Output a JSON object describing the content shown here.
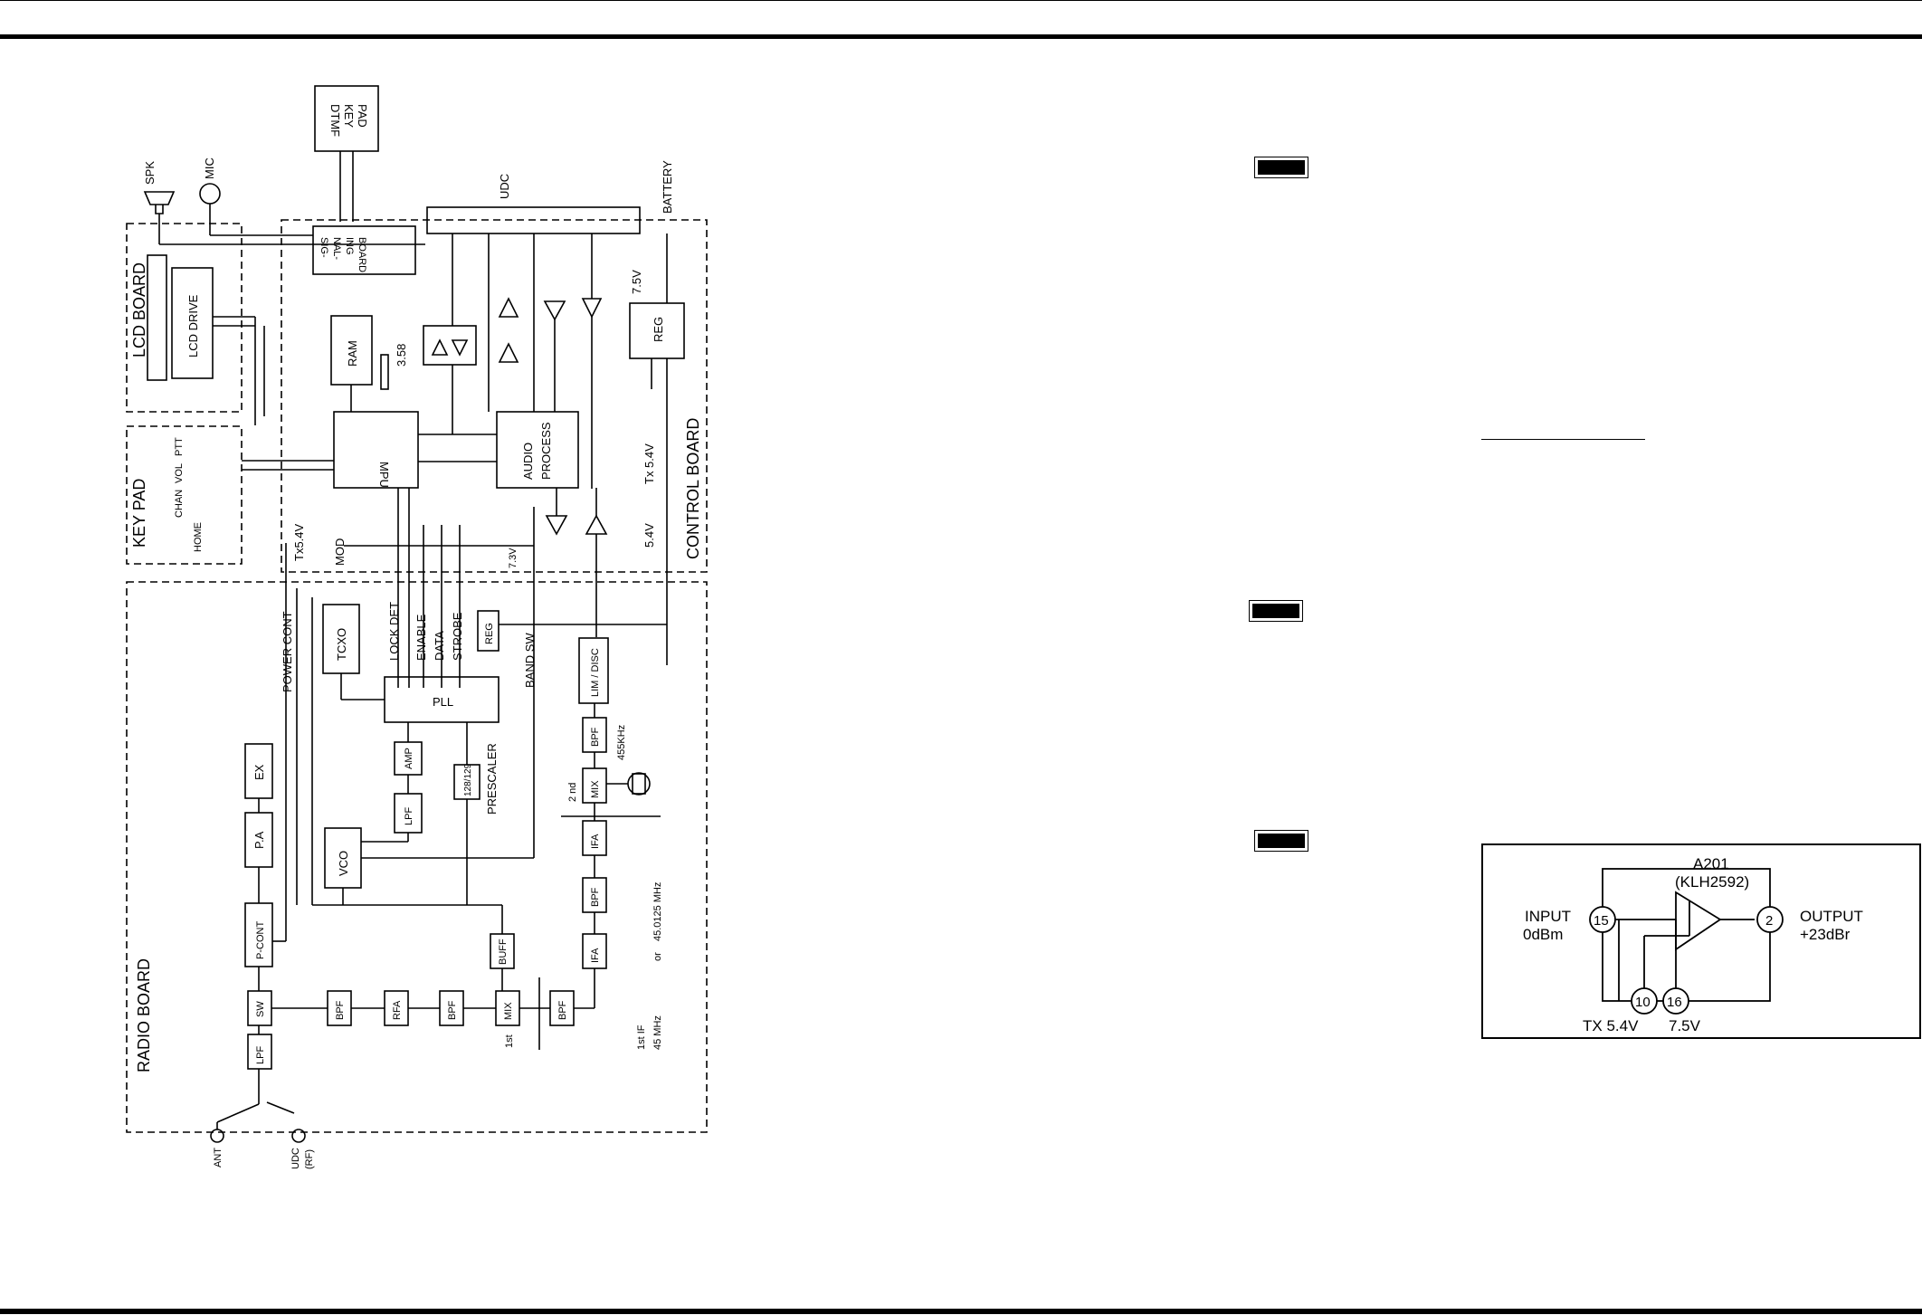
{
  "diagram": {
    "dtmf_keypad": [
      "DTMF",
      "KEY",
      "PAD"
    ],
    "spk": "SPK",
    "mic": "MIC",
    "udc": "UDC",
    "battery": "BATTERY",
    "lcd_board": "LCD BOARD",
    "lcd_drive": "LCD DRIVE",
    "signaling_board": [
      "SIG-",
      "NAL-",
      "ING",
      "BOARD"
    ],
    "ram": "RAM",
    "osc_358": "3.58",
    "v75_top": "7.5V",
    "reg_top": "REG",
    "mpu": "MPU",
    "audio_process": [
      "AUDIO",
      "PROCESS"
    ],
    "tx54_right": "Tx 5.4V",
    "v54_right": "5.4V",
    "control_board": "CONTROL BOARD",
    "key_pad": "KEY PAD",
    "chan": "CHAN",
    "vol": "VOL",
    "ptt": "PTT",
    "home": "HOME",
    "tx54_left": "Tx5.4V",
    "mod": "MOD",
    "power_cont": "POWER CONT",
    "tcxo": "TCXO",
    "lock_det": "LOCK DET",
    "enable": "ENABLE",
    "data": "DATA",
    "strobe": "STROBE",
    "v73": "7.3V",
    "reg_mid": "REG",
    "band_sw": "BAND SW",
    "lim_disc": "LIM / DISC",
    "pll": "PLL",
    "ex": "EX",
    "amp": "AMP",
    "prescaler_ratio": "128/129",
    "prescaler": "PRESCALER",
    "bpf_455": "BPF",
    "khz_455": "455KHz",
    "mix_2nd": "MIX",
    "second": "2 nd",
    "lpf_pll": "LPF",
    "pa": "P.A",
    "vco": "VCO",
    "ifa_top": "IFA",
    "mhz_label": "45.0125 MHz",
    "or": "or",
    "bpf_if": "BPF",
    "pcont": "P-CONT",
    "buff": "BUFF",
    "ifa_bottom": "IFA",
    "radio_board": "RADIO BOARD",
    "sw": "SW",
    "bpf1": "BPF",
    "rfa": "RFA",
    "bpf2": "BPF",
    "mix_1st": "MIX",
    "bpf3": "BPF",
    "first": "1st",
    "first_if": "1st IF",
    "mhz45": "45 MHz",
    "lpf_ant": "LPF",
    "ant": "ANT",
    "udc_rf": [
      "UDC",
      "(RF)"
    ]
  },
  "amplifier": {
    "name": "A201",
    "part": "(KLH2592)",
    "input_label": "INPUT",
    "input_level": "0dBm",
    "output_label": "OUTPUT",
    "output_level": "+23dBr",
    "pin_in": "15",
    "pin_out": "2",
    "pin_10": "10",
    "pin_16": "16",
    "tx_v": "TX 5.4V",
    "v75": "7.5V"
  }
}
